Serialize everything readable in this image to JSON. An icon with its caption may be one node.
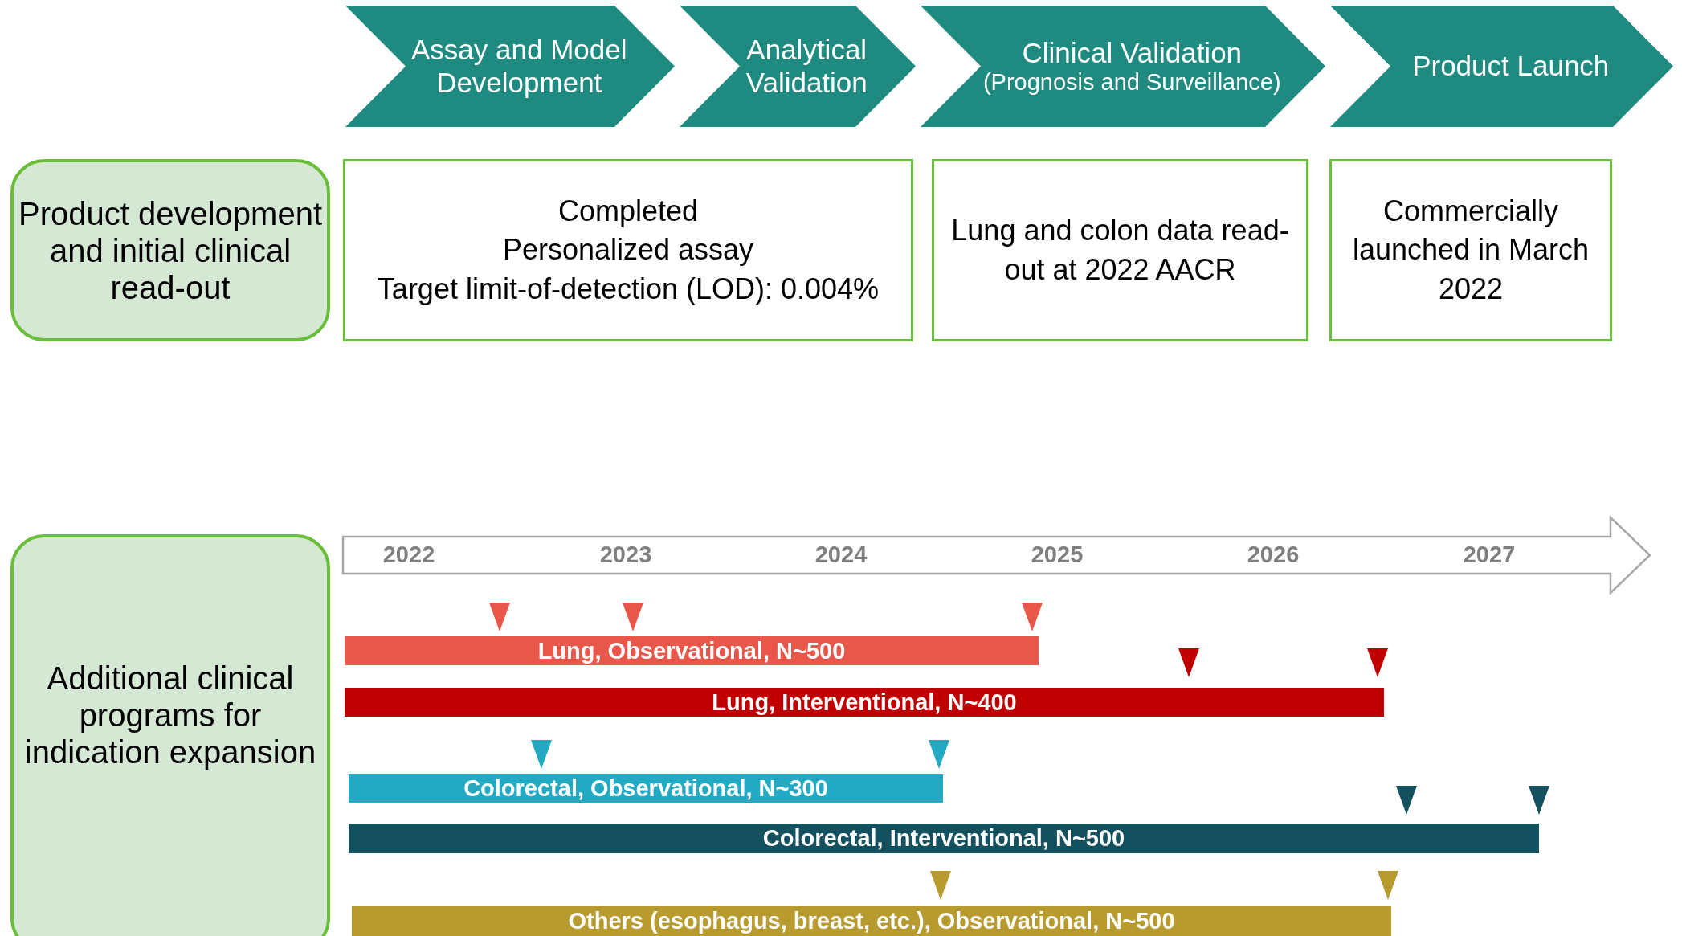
{
  "diagram": {
    "nodes": [
      {
        "text": [
          "Assay and Model Development"
        ]
      },
      {
        "text": [
          "Analytical Validation"
        ]
      },
      {
        "text": [
          "Clinical Validation",
          "(Prognosis and Surveillance)"
        ]
      },
      {
        "text": [
          "Product Launch"
        ]
      },
      {
        "text": [
          "Product development and initial clinical read-out"
        ]
      },
      {
        "text": [
          "Completed",
          "Personalized assay",
          "Target limit-of-detection (LOD): 0.004%"
        ]
      },
      {
        "text": [
          "Lung and colon data read-out at 2022 AACR"
        ]
      },
      {
        "text": [
          "Commercially launched in March 2022"
        ]
      },
      {
        "text": [
          "Additional clinical programs for indication expansion"
        ]
      },
      {
        "text": [
          "Lung, Observational, N~500"
        ]
      },
      {
        "text": [
          "Lung, Interventional, N~400"
        ]
      },
      {
        "text": [
          "Colorectal, Observational, N~300"
        ]
      },
      {
        "text": [
          "Colorectal, Interventional, N~500"
        ]
      },
      {
        "text": [
          "Others (esophagus, breast, etc.), Observational, N~500"
        ]
      }
    ],
    "labels": [
      "2022",
      "2023",
      "2024",
      "2025",
      "2026",
      "2027"
    ]
  }
}
